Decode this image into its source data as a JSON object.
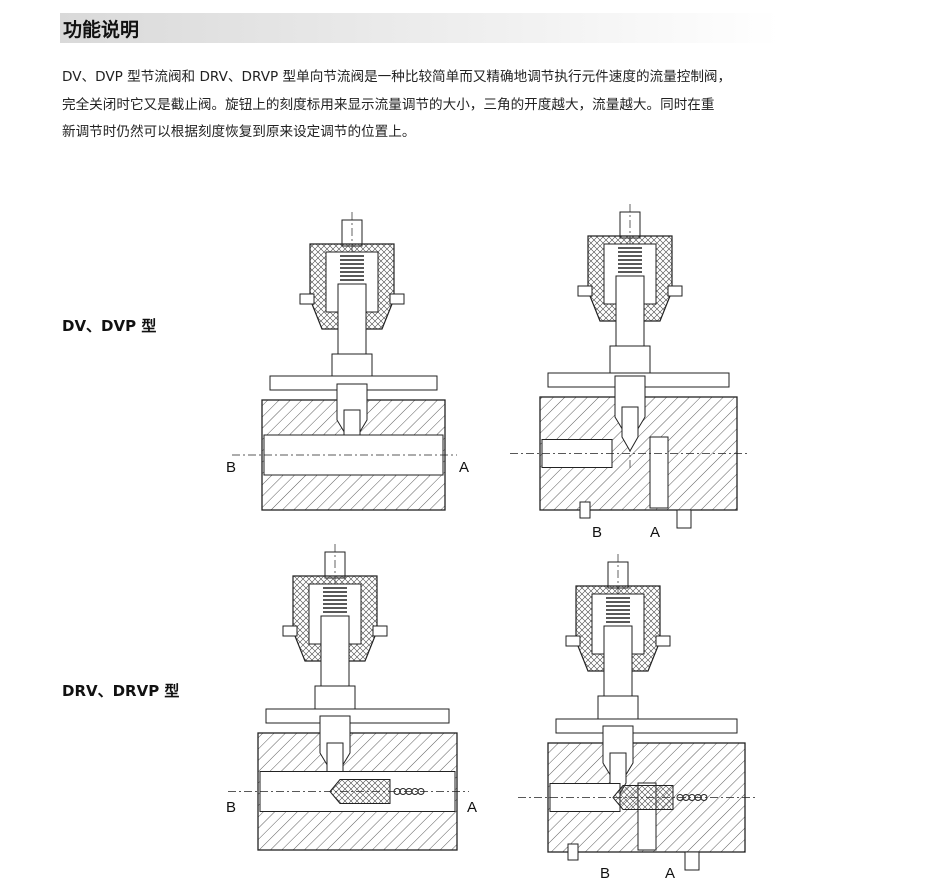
{
  "section": {
    "title": "功能说明",
    "description": [
      "DV、DVP 型节流阀和 DRV、DRVP 型单向节流阀是一种比较简单而又精确地调节执行元件速度的流量控制阀，",
      "完全关闭时它又是截止阀。旋钮上的刻度标用来显示流量调节的大小，三角的开度越大，流量越大。同时在重",
      "新调节时仍然可以根据刻度恢复到原来设定调节的位置上。"
    ]
  },
  "figures": [
    {
      "type_label": "DV、DVP 型",
      "views": [
        {
          "port_b": "B",
          "port_a": "A"
        },
        {
          "port_b": "B",
          "port_a": "A"
        }
      ]
    },
    {
      "type_label": "DRV、DRVP 型",
      "views": [
        {
          "port_b": "B",
          "port_a": "A"
        },
        {
          "port_b": "B",
          "port_a": "A"
        }
      ]
    }
  ]
}
